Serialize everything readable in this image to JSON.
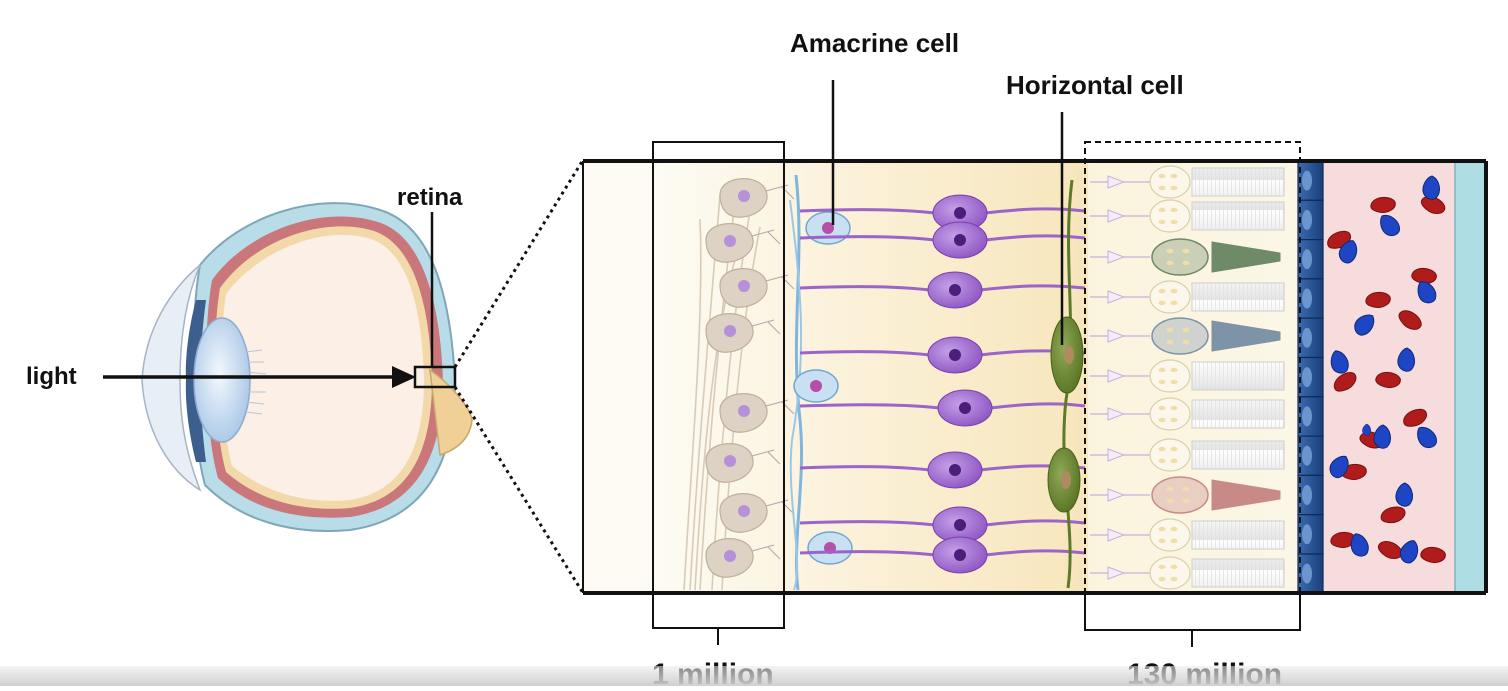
{
  "labels": {
    "amacrine": "Amacrine cell",
    "horizontal": "Horizontal cell",
    "retina": "retina",
    "light": "light",
    "ganglion_count": "1 million",
    "photoreceptor_count": "130 million"
  },
  "colors": {
    "ganglion": "#ddd2c3",
    "bipolar": "#9a64c8",
    "amacrine": "#c8e0f2",
    "horizontal": "#6f8a2e",
    "rod": "#f6f6f6",
    "cone_green": "#6f8a66",
    "cone_blue": "#7f93a8",
    "cone_red": "#c88a86",
    "epithelium": "#24508f",
    "choroid": "#f6dcdc",
    "sclera": "#aedde4",
    "blood_red": "#b01c1c",
    "blood_blue": "#1d45c4"
  }
}
